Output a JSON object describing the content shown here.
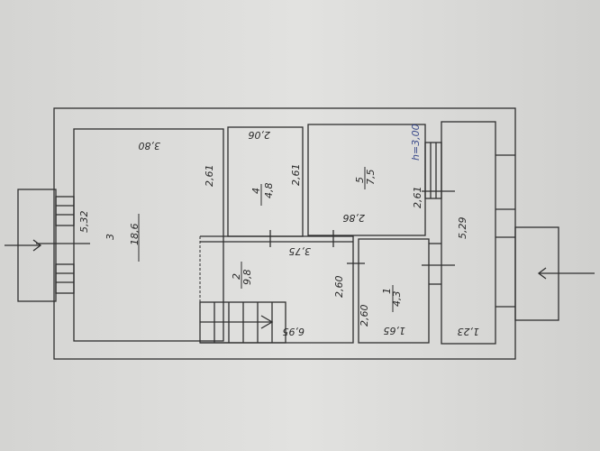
{
  "height_note": "h=3,00",
  "rooms": [
    {
      "number": "1",
      "area": "4,3"
    },
    {
      "number": "2",
      "area": "9,8"
    },
    {
      "number": "3",
      "area": "18,6"
    },
    {
      "number": "4",
      "area": "4,8"
    },
    {
      "number": "5",
      "area": "7,5"
    }
  ],
  "dimensions": {
    "room3_width": "3,80",
    "room3_height": "2,61",
    "room3_side": "5,32",
    "room4_width": "2,06",
    "room4_height": "2,61",
    "room5_width": "2,86",
    "room5_height": "2,61",
    "corridor_height": "5,29",
    "corridor_width": "1,23",
    "room2_length": "3,75",
    "room2_height": "2,60",
    "room2_total": "6,95",
    "room1_height": "2,60",
    "room1_width": "1,65"
  }
}
